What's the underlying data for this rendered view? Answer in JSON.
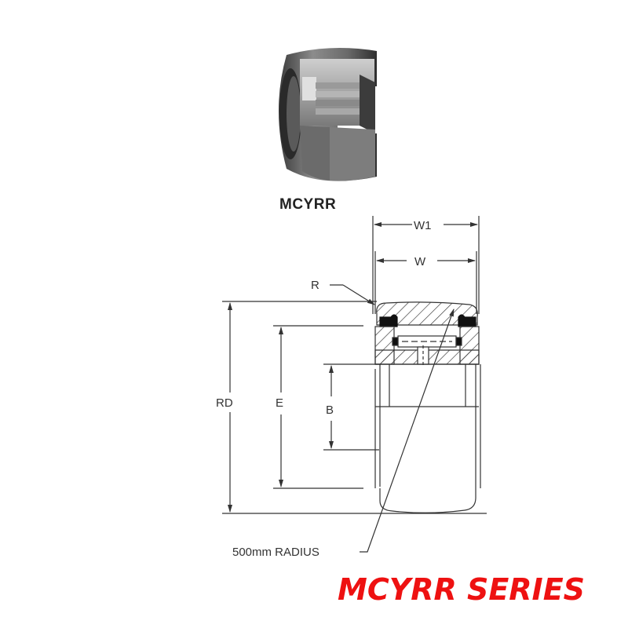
{
  "product": {
    "photo_alt": "cutaway-bearing-photo",
    "model_label": "MCYRR"
  },
  "drawing": {
    "labels": {
      "w1": "W1",
      "w": "W",
      "r": "R",
      "rd": "RD",
      "e": "E",
      "b": "B",
      "radius_note": "500mm RADIUS"
    },
    "line_color": "#333333",
    "fill_color": "#111111"
  },
  "footer": {
    "series_title": "MCYRR SERIES",
    "series_color": "#ee1111"
  }
}
